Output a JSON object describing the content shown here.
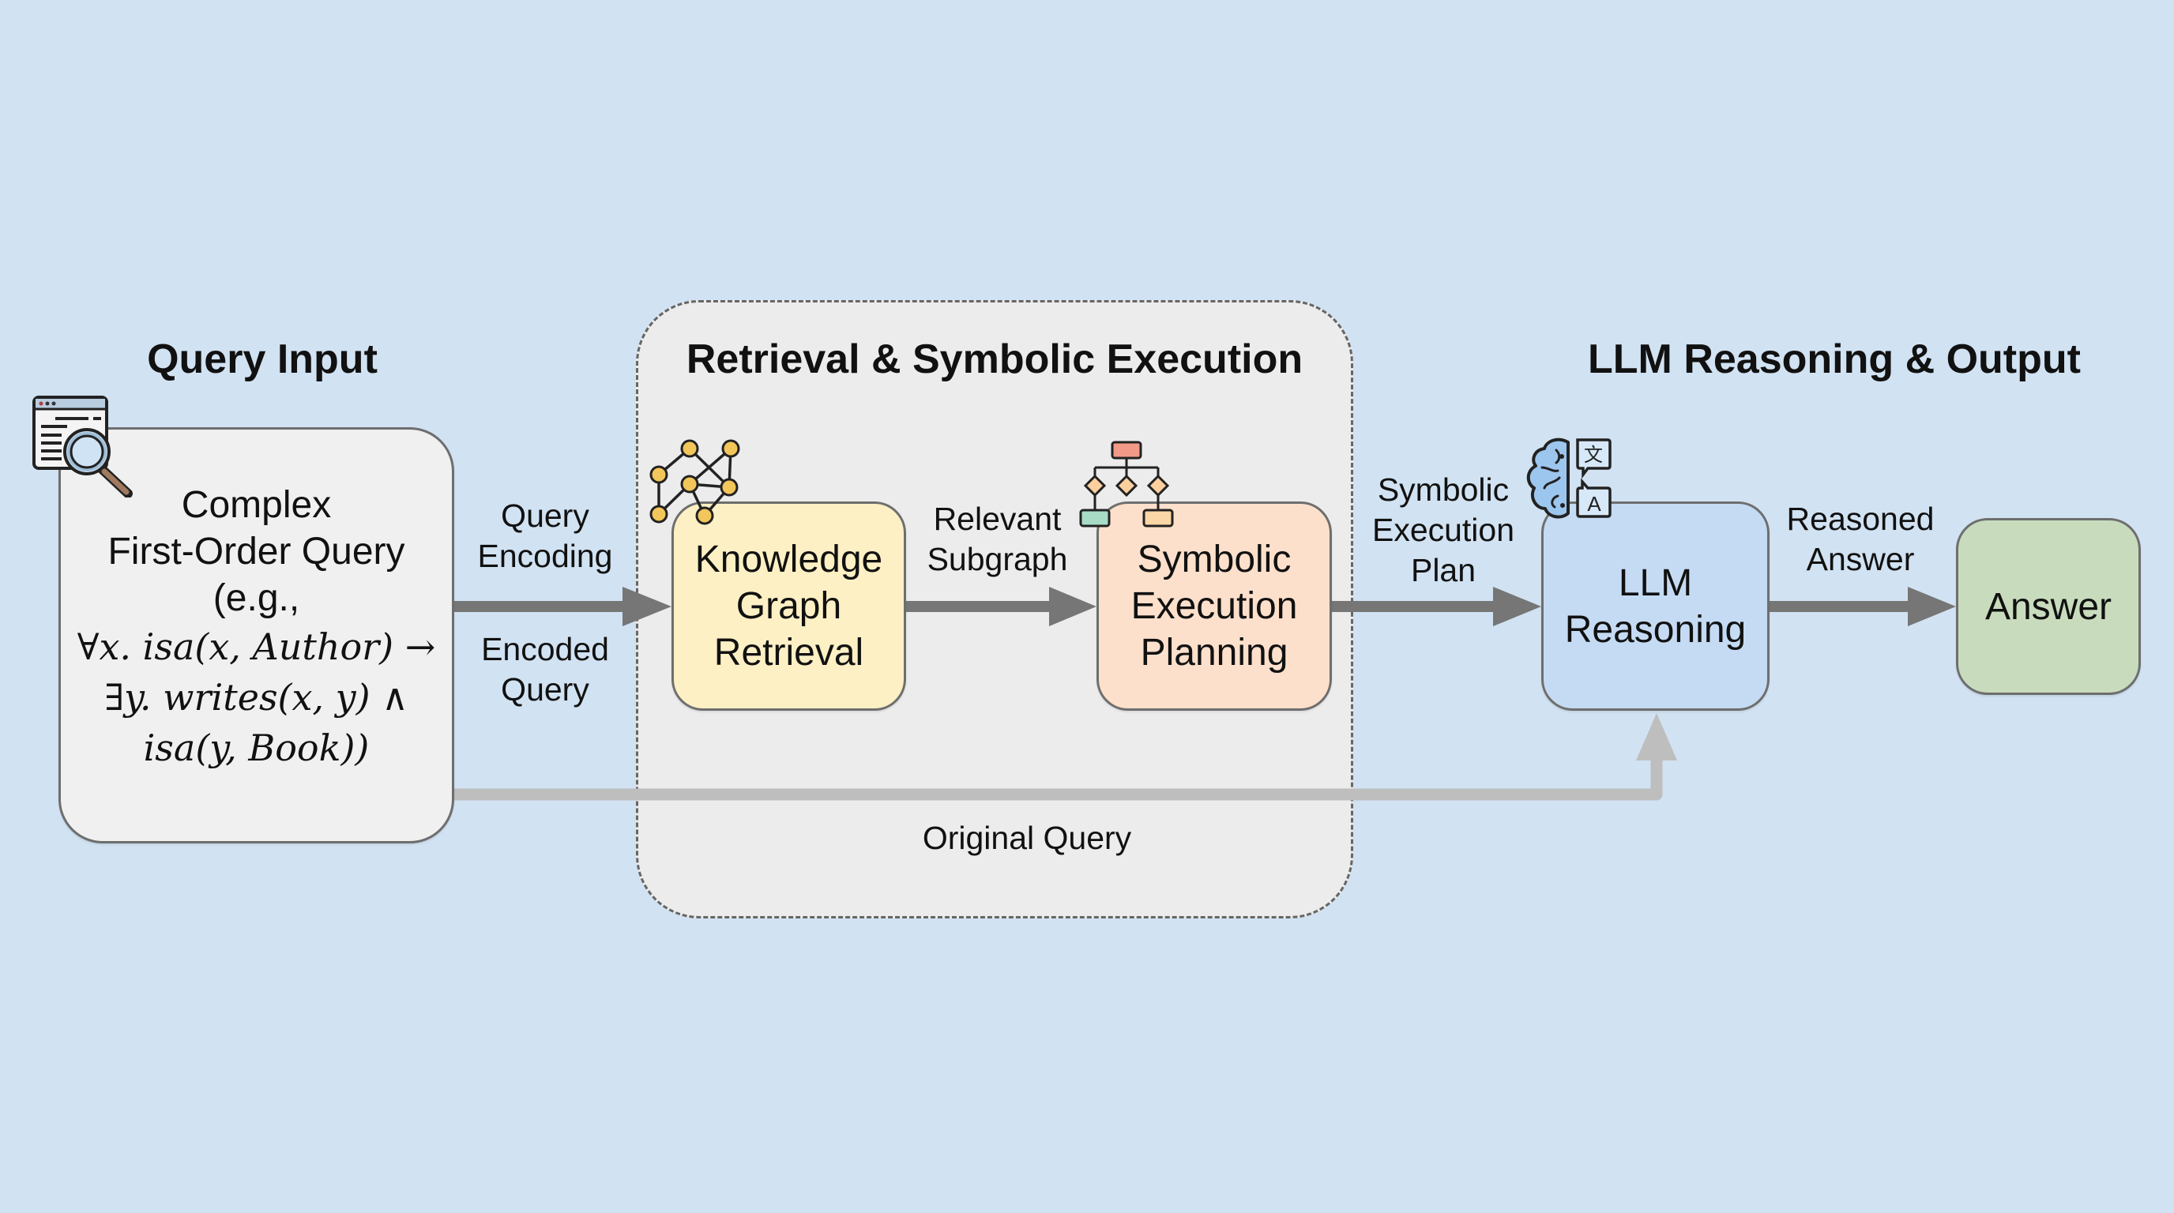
{
  "sections": {
    "query_input": "Query Input",
    "retrieval": "Retrieval & Symbolic Execution",
    "llm_output": "LLM Reasoning & Output"
  },
  "nodes": {
    "query": {
      "lines": [
        "Complex",
        "First-Order Query",
        "(e.g.,"
      ],
      "math_lines": [
        "∀x. isa(x, Author) →",
        "∃y. writes(x, y) ∧",
        "isa(y, Book))"
      ]
    },
    "kg": "Knowledge\nGraph\nRetrieval",
    "symbolic": "Symbolic\nExecution\nPlanning",
    "llm": "LLM\nReasoning",
    "answer": "Answer"
  },
  "edges": {
    "query_encoding": "Query\nEncoding",
    "encoded_query": "Encoded\nQuery",
    "relevant_subgraph": "Relevant\nSubgraph",
    "symbolic_plan": "Symbolic\nExecution\nPlan",
    "reasoned_answer": "Reasoned\nAnswer",
    "original_query": "Original Query"
  },
  "icons": {
    "query": "document-search-icon",
    "kg": "knowledge-graph-icon",
    "symbolic": "flowchart-icon",
    "llm": "brain-translate-icon"
  },
  "colors": {
    "background": "#d1e2f2",
    "query_fill": "#f0f0f0",
    "kg_fill": "#fdf0c4",
    "symbolic_fill": "#fde0cb",
    "llm_fill": "#c5dbf3",
    "answer_fill": "#c8dcbd",
    "main_arrow": "#767676",
    "bypass_arrow": "#bebebe"
  }
}
